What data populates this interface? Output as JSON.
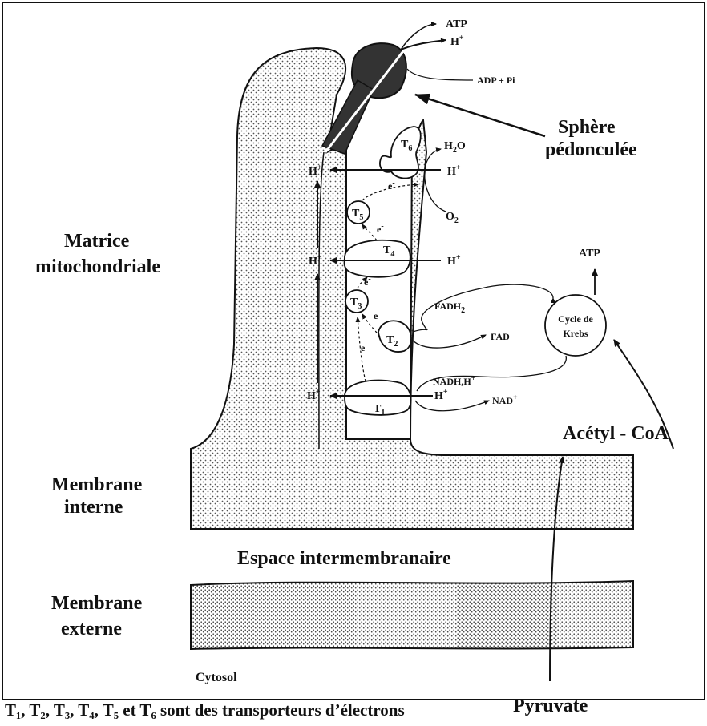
{
  "labels": {
    "atp_top": "ATP",
    "h_top": "H",
    "adp_pi": "ADP + Pi",
    "sphere_line1": "Sphère",
    "sphere_line2": "pédonculée",
    "h2o": "H",
    "h2o_sub": "2",
    "h2o_tail": "O",
    "o2": "O",
    "o2_sub": "2",
    "matrice_line1": "Matrice",
    "matrice_line2": "mitochondriale",
    "atp_krebs": "ATP",
    "fadh2": "FADH",
    "fadh2_sub": "2",
    "fad": "FAD",
    "cycle_line1": "Cycle de",
    "cycle_line2": "Krebs",
    "nadh": "NADH,H",
    "nad": "NAD",
    "acetyl": "Acétyl - CoA",
    "membrane_interne_1": "Membrane",
    "membrane_interne_2": "interne",
    "espace": "Espace intermembranaire",
    "membrane_externe_1": "Membrane",
    "membrane_externe_2": "externe",
    "cytosol": "Cytosol",
    "pyruvate": "Pyruvate",
    "h_plus": "H",
    "plus": "+",
    "e_minus": "e",
    "minus": "-",
    "t_letter": "T"
  },
  "transporters": [
    "1",
    "2",
    "3",
    "4",
    "5",
    "6"
  ],
  "footnote": "T₁, T₂, T₃, T₄, T₅ et T₆ sont des transporteurs d’électrons"
}
